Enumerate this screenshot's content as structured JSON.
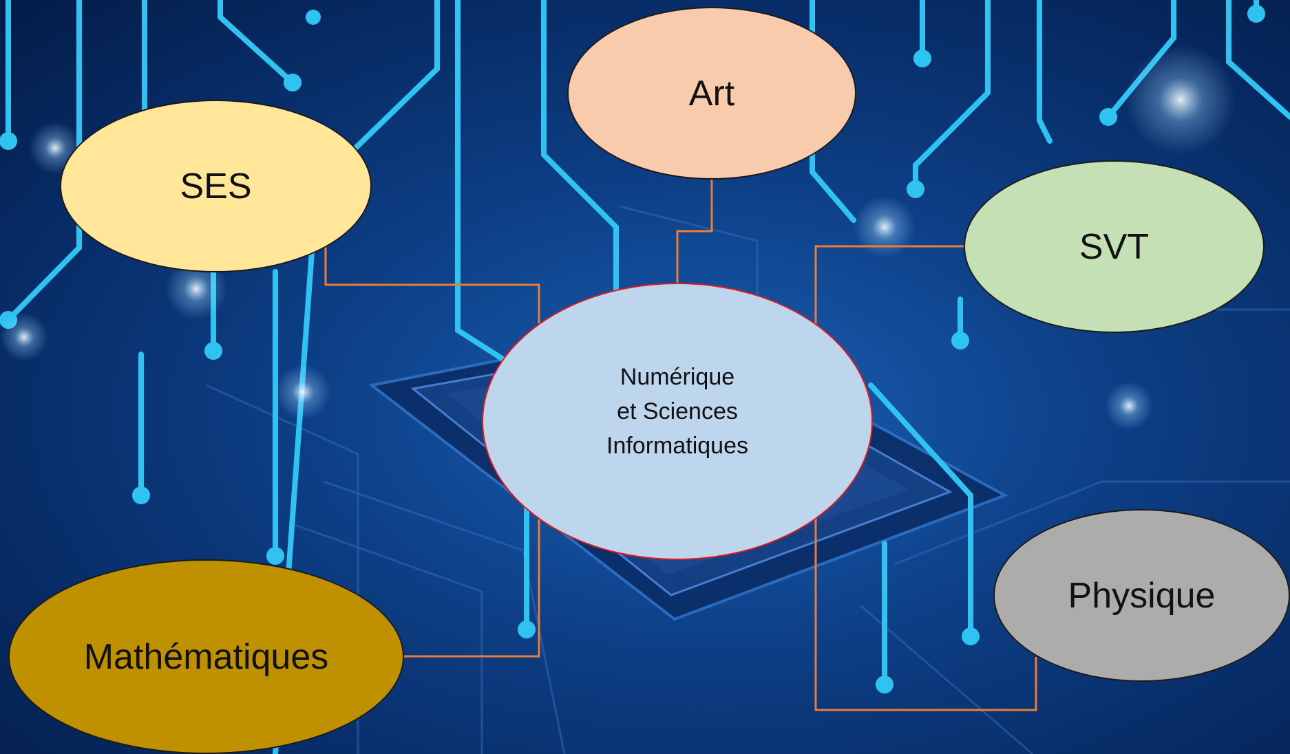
{
  "diagram": {
    "center": {
      "label": "Numérique\net Sciences\nInformatiques",
      "fill": "#bdd6ee",
      "border": "#e01b1b"
    },
    "nodes": [
      {
        "id": "art",
        "label": "Art",
        "fill": "#f8cbad"
      },
      {
        "id": "ses",
        "label": "SES",
        "fill": "#ffe699"
      },
      {
        "id": "svt",
        "label": "SVT",
        "fill": "#c5e0b4"
      },
      {
        "id": "physique",
        "label": "Physique",
        "fill": "#aeabab"
      },
      {
        "id": "mathematiques",
        "label": "Mathématiques",
        "fill": "#bf9000"
      }
    ],
    "edges": [
      {
        "from": "center",
        "to": "art"
      },
      {
        "from": "center",
        "to": "ses"
      },
      {
        "from": "center",
        "to": "svt"
      },
      {
        "from": "center",
        "to": "physique"
      },
      {
        "from": "center",
        "to": "mathematiques"
      }
    ],
    "connector_color": "#ed7d31",
    "background": "circuit-board-image"
  }
}
